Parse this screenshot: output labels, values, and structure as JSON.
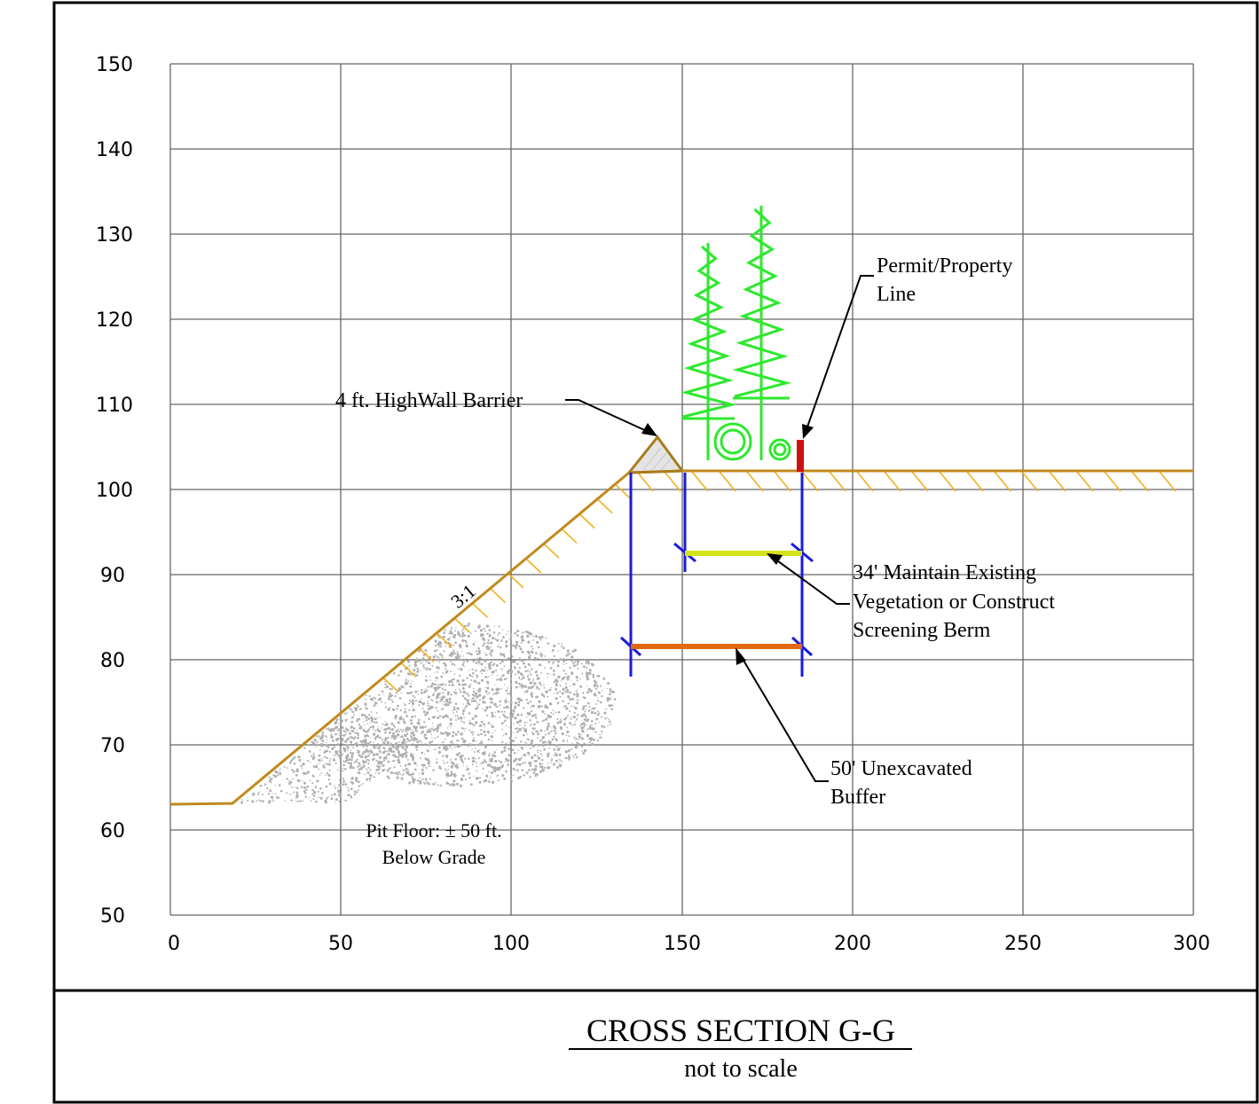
{
  "x_ticks": [
    "0",
    "50",
    "100",
    "150",
    "200",
    "250",
    "300"
  ],
  "y_ticks": [
    "50",
    "60",
    "70",
    "80",
    "90",
    "100",
    "110",
    "120",
    "130",
    "140",
    "150"
  ],
  "labels": {
    "barrier": "4 ft. HighWall Barrier",
    "property_line_1": "Permit/Property",
    "property_line_2": "Line",
    "slope": "3:1",
    "veg_1": "34' Maintain Existing",
    "veg_2": "Vegetation or Construct",
    "veg_3": "Screening Berm",
    "buffer_1": "50' Unexcavated",
    "buffer_2": "Buffer",
    "pit_1": "Pit Floor: ± 50 ft.",
    "pit_2": "Below Grade"
  },
  "title": "CROSS SECTION G-G",
  "subtitle": "not to scale",
  "colors": {
    "grade": "#c08a1e",
    "hatch": "#f2b01e",
    "trees": "#2ee82e",
    "dimension": "#1a1adc",
    "vegetation_bar": "#d4e21a",
    "buffer_bar": "#e06a10",
    "property_marker": "#d01010",
    "rock": "#b0b0b0"
  }
}
